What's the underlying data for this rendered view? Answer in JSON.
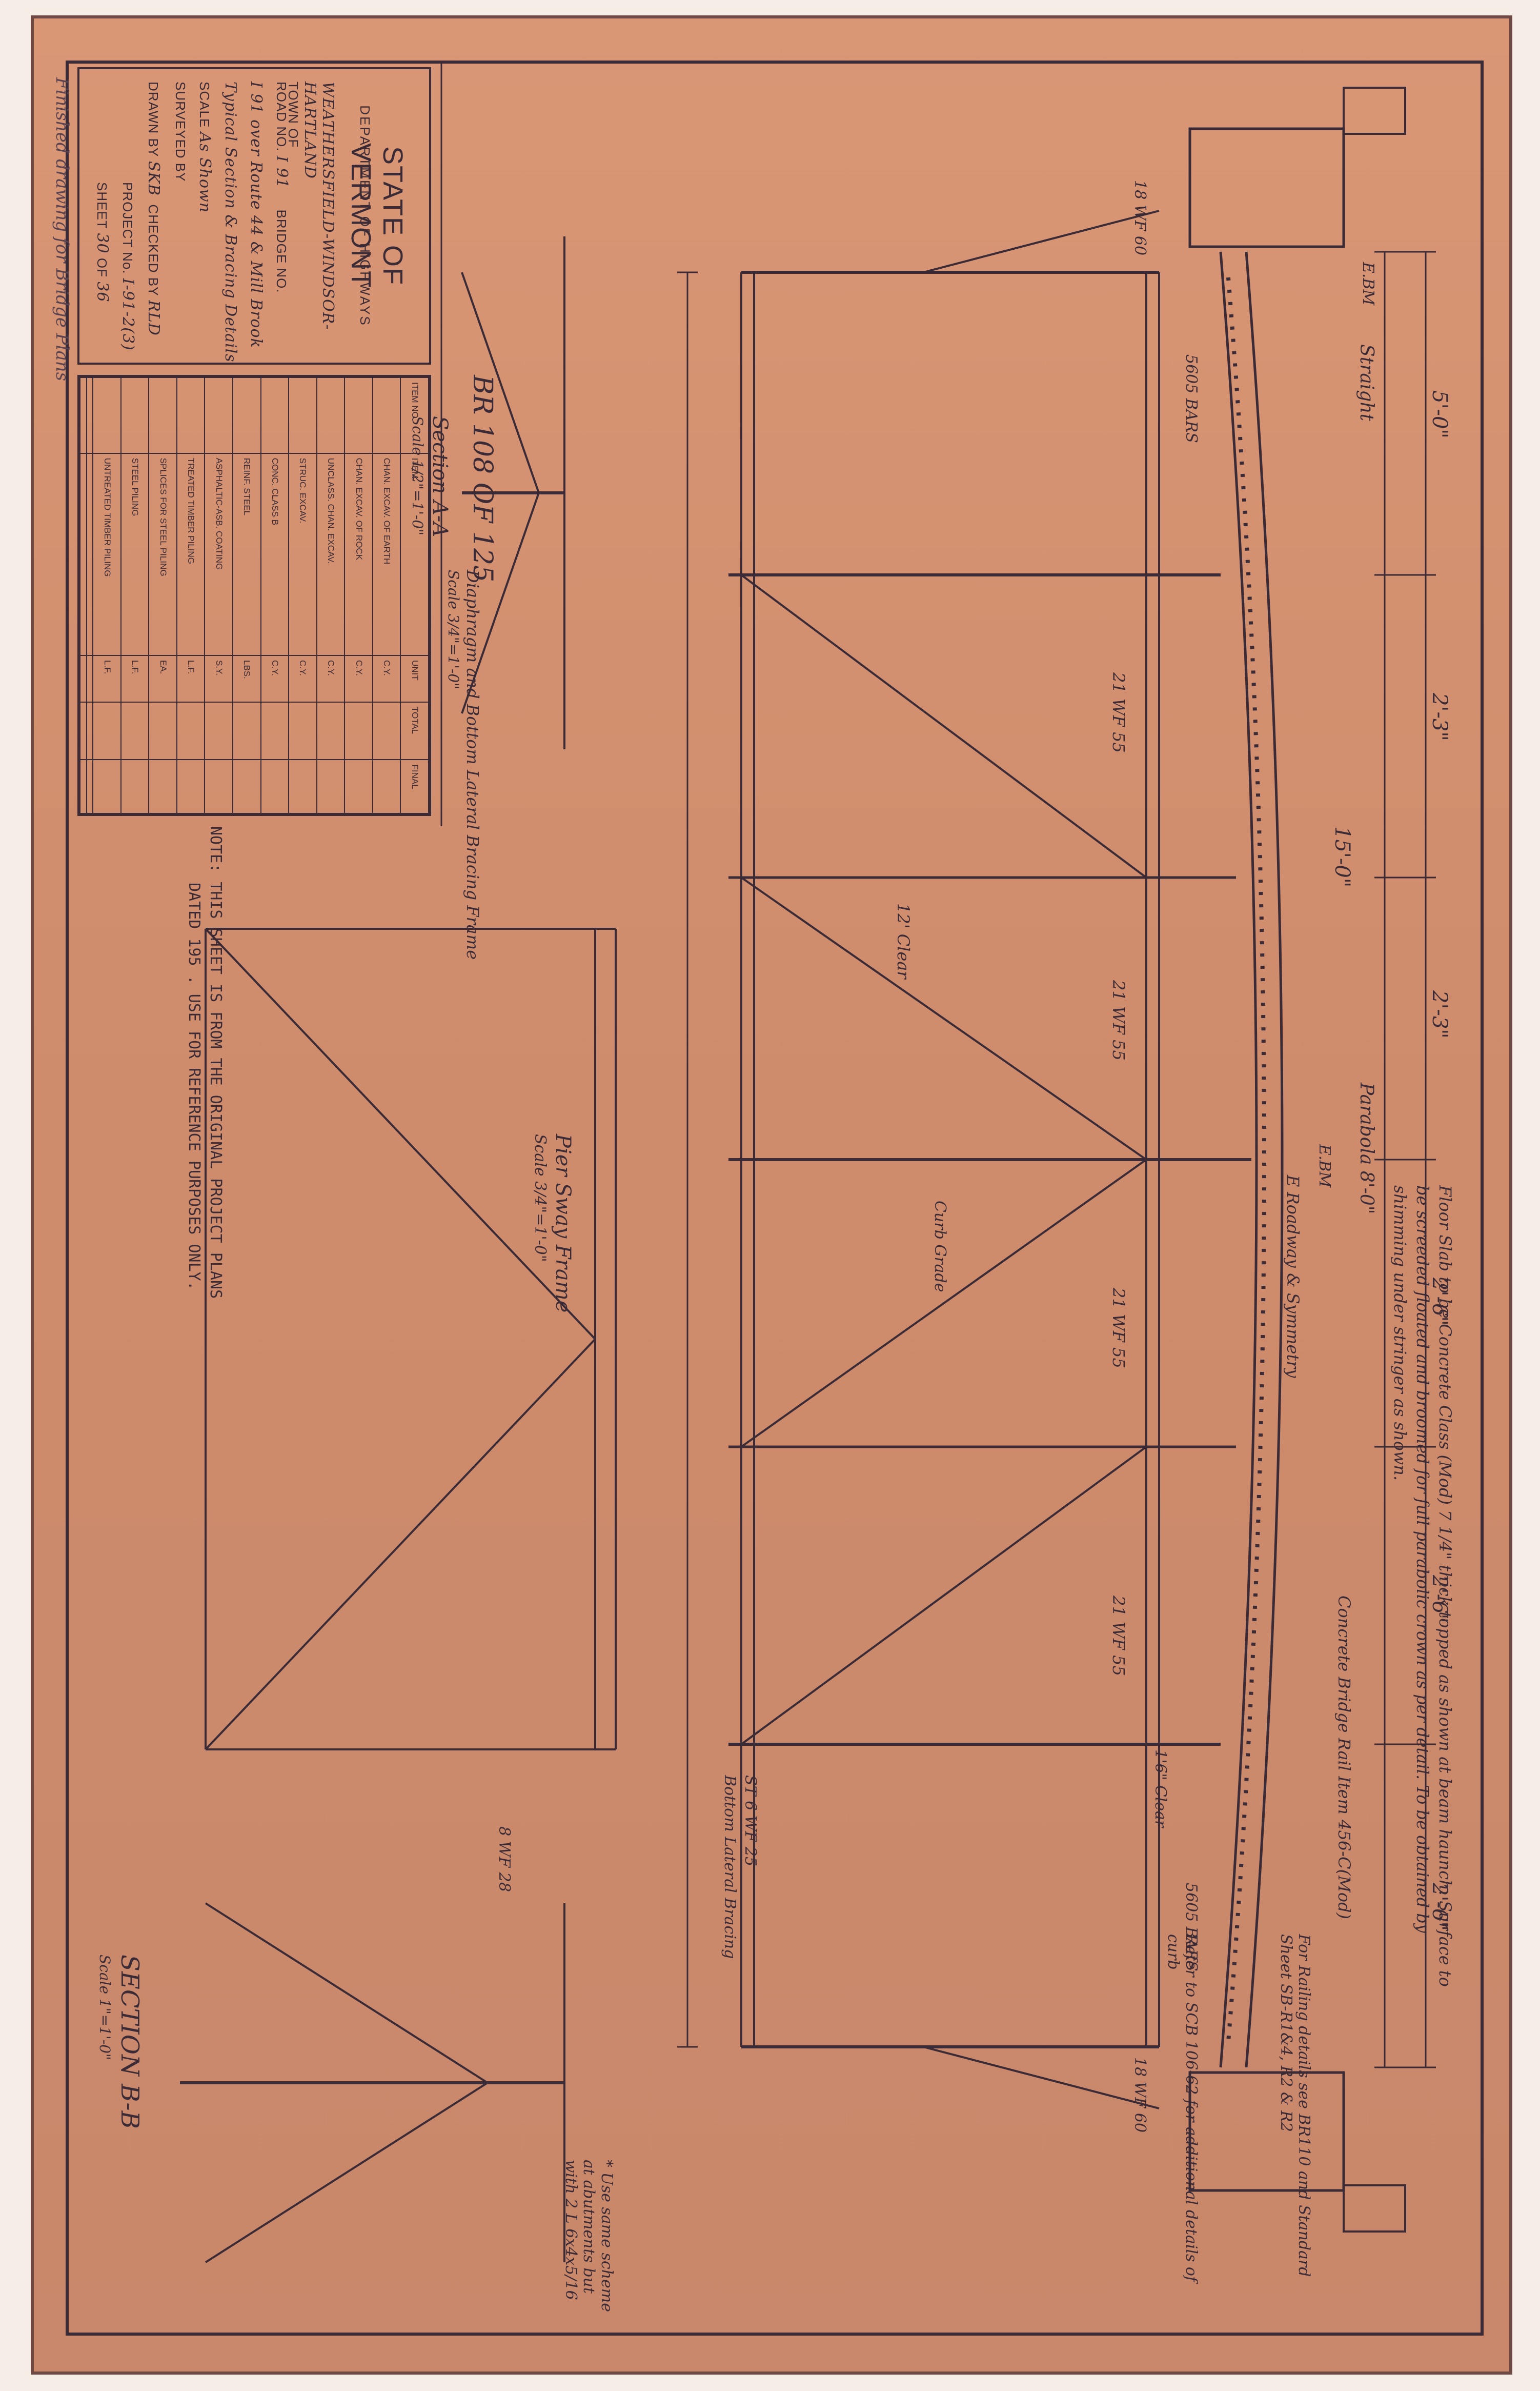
{
  "title_block": {
    "state": "STATE OF VERMONT",
    "department": "DEPARTMENT OF HIGHWAYS",
    "town_prefix": "TOWN OF",
    "towns": "WEATHERSFIELD-WINDSOR-HARTLAND",
    "road_label": "ROAD NO.",
    "road_no": "I 91",
    "bridge_label": "BRIDGE NO.",
    "description_1": "I 91 over Route 44 & Mill Brook",
    "description_2": "Typical Section & Bracing Details",
    "scale_label": "SCALE",
    "scale_value": "As Shown",
    "surveyed_label": "SURVEYED BY",
    "drawn_label": "DRAWN BY",
    "drawn_value": "SKB",
    "checked_label": "CHECKED BY",
    "checked_value": "RLD",
    "project_label": "PROJECT No.",
    "project_value": "I-91-2(3)",
    "sheet_label": "SHEET",
    "sheet_value": "30",
    "sheet_of_label": "OF",
    "sheet_total": "36",
    "stamp": "BR 108 OF 125"
  },
  "quantities": {
    "headers": [
      "ITEM NO.",
      "ITEM",
      "UNIT",
      "TOTAL",
      "FINAL"
    ],
    "rows": [
      {
        "item": "CHAN. EXCAV. OF EARTH",
        "unit": "C.Y."
      },
      {
        "item": "CHAN. EXCAV. OF ROCK",
        "unit": "C.Y."
      },
      {
        "item": "UNCLASS. CHAN. EXCAV.",
        "unit": "C.Y."
      },
      {
        "item": "STRUC. EXCAV.",
        "unit": "C.Y."
      },
      {
        "item": "CONC. CLASS B",
        "unit": "C.Y."
      },
      {
        "item": "REINF. STEEL",
        "unit": "LBS."
      },
      {
        "item": "ASPHALTIC-ASB. COATING",
        "unit": "S.Y."
      },
      {
        "item": "TREATED TIMBER PILING",
        "unit": "L.F."
      },
      {
        "item": "SPLICES FOR STEEL PILING",
        "unit": "EA."
      },
      {
        "item": "STEEL PILING",
        "unit": "L.F."
      },
      {
        "item": "UNTREATED TIMBER PILING",
        "unit": "L.F."
      }
    ]
  },
  "note": {
    "label": "NOTE:",
    "line1": "THIS SHEET IS FROM THE ORIGINAL PROJECT PLANS",
    "line2": "DATED 195 . USE FOR REFERENCE PURPOSES ONLY."
  },
  "top_dims": {
    "d1": "5'-0\"",
    "d2": "2'-3\"",
    "d3": "2'-3\"",
    "d4": "2'-6\"",
    "d5": "2'-6\"",
    "d6": "2'-6\"",
    "straight": "Straight",
    "parabola": "Parabola 8'-0\"",
    "crown": "15'-0\"",
    "bm_left": "E.BM",
    "bm_mid": "E.BM",
    "roadway_sym": "E Roadway & Symmetry"
  },
  "annotations": {
    "floor_slab": "Floor Slab to be Concrete Class (Mod) 7 1/4\" thick topped as shown at beam haunch. Surface to be screeded floated and broomed for full parabolic crown as per detail. To be obtained by shimming under stringer as shown.",
    "concrete_class": "Concrete Bridge Rail Item 456-C(Mod)",
    "railing_note": "For Railing details see BR110 and Standard Sheet SB-R1&4, R2 & R2",
    "refer_note": "Refer to SCB 106-62 for additional details of curb",
    "sheet_ref": "BR 108 OF 125",
    "handwritten_footer": "Finished drawing for Bridge Plans"
  },
  "labels": {
    "stringer_1": "21 WF 55",
    "stringer_2": "21 WF 55",
    "stringer_3": "21 WF 55",
    "stringer_4": "21 WF 55",
    "beam_left": "18 WF 60",
    "beam_right": "18 WF 60",
    "bars_left": "5605 BARS",
    "bars_right": "5605 BARS",
    "section_bb": "SECTION B-B",
    "section_bb_scale": "Scale 1\"=1'-0\"",
    "section_aa": "Section A-A",
    "section_aa_scale": "Scale 1/2\"=1'-0\"",
    "pier_sway": "Pier Sway Frame",
    "pier_sway_scale": "Scale 3/4\"=1'-0\"",
    "diaphragm": "Diaphragm and Bottom Lateral Bracing Frame",
    "diaphragm_scale": "Scale 3/4\"=1'-0\"",
    "abut_note": "* Use same scheme at abutments but with 2 L 6x4x5/16",
    "curb_grade": "Curb Grade",
    "bottom_lateral": "Bottom Lateral Bracing",
    "st_wf": "ST 6 WF 25",
    "eight_wf": "8 WF 28",
    "clear": "1'6\" Clear",
    "center_span": "12' Clear"
  }
}
